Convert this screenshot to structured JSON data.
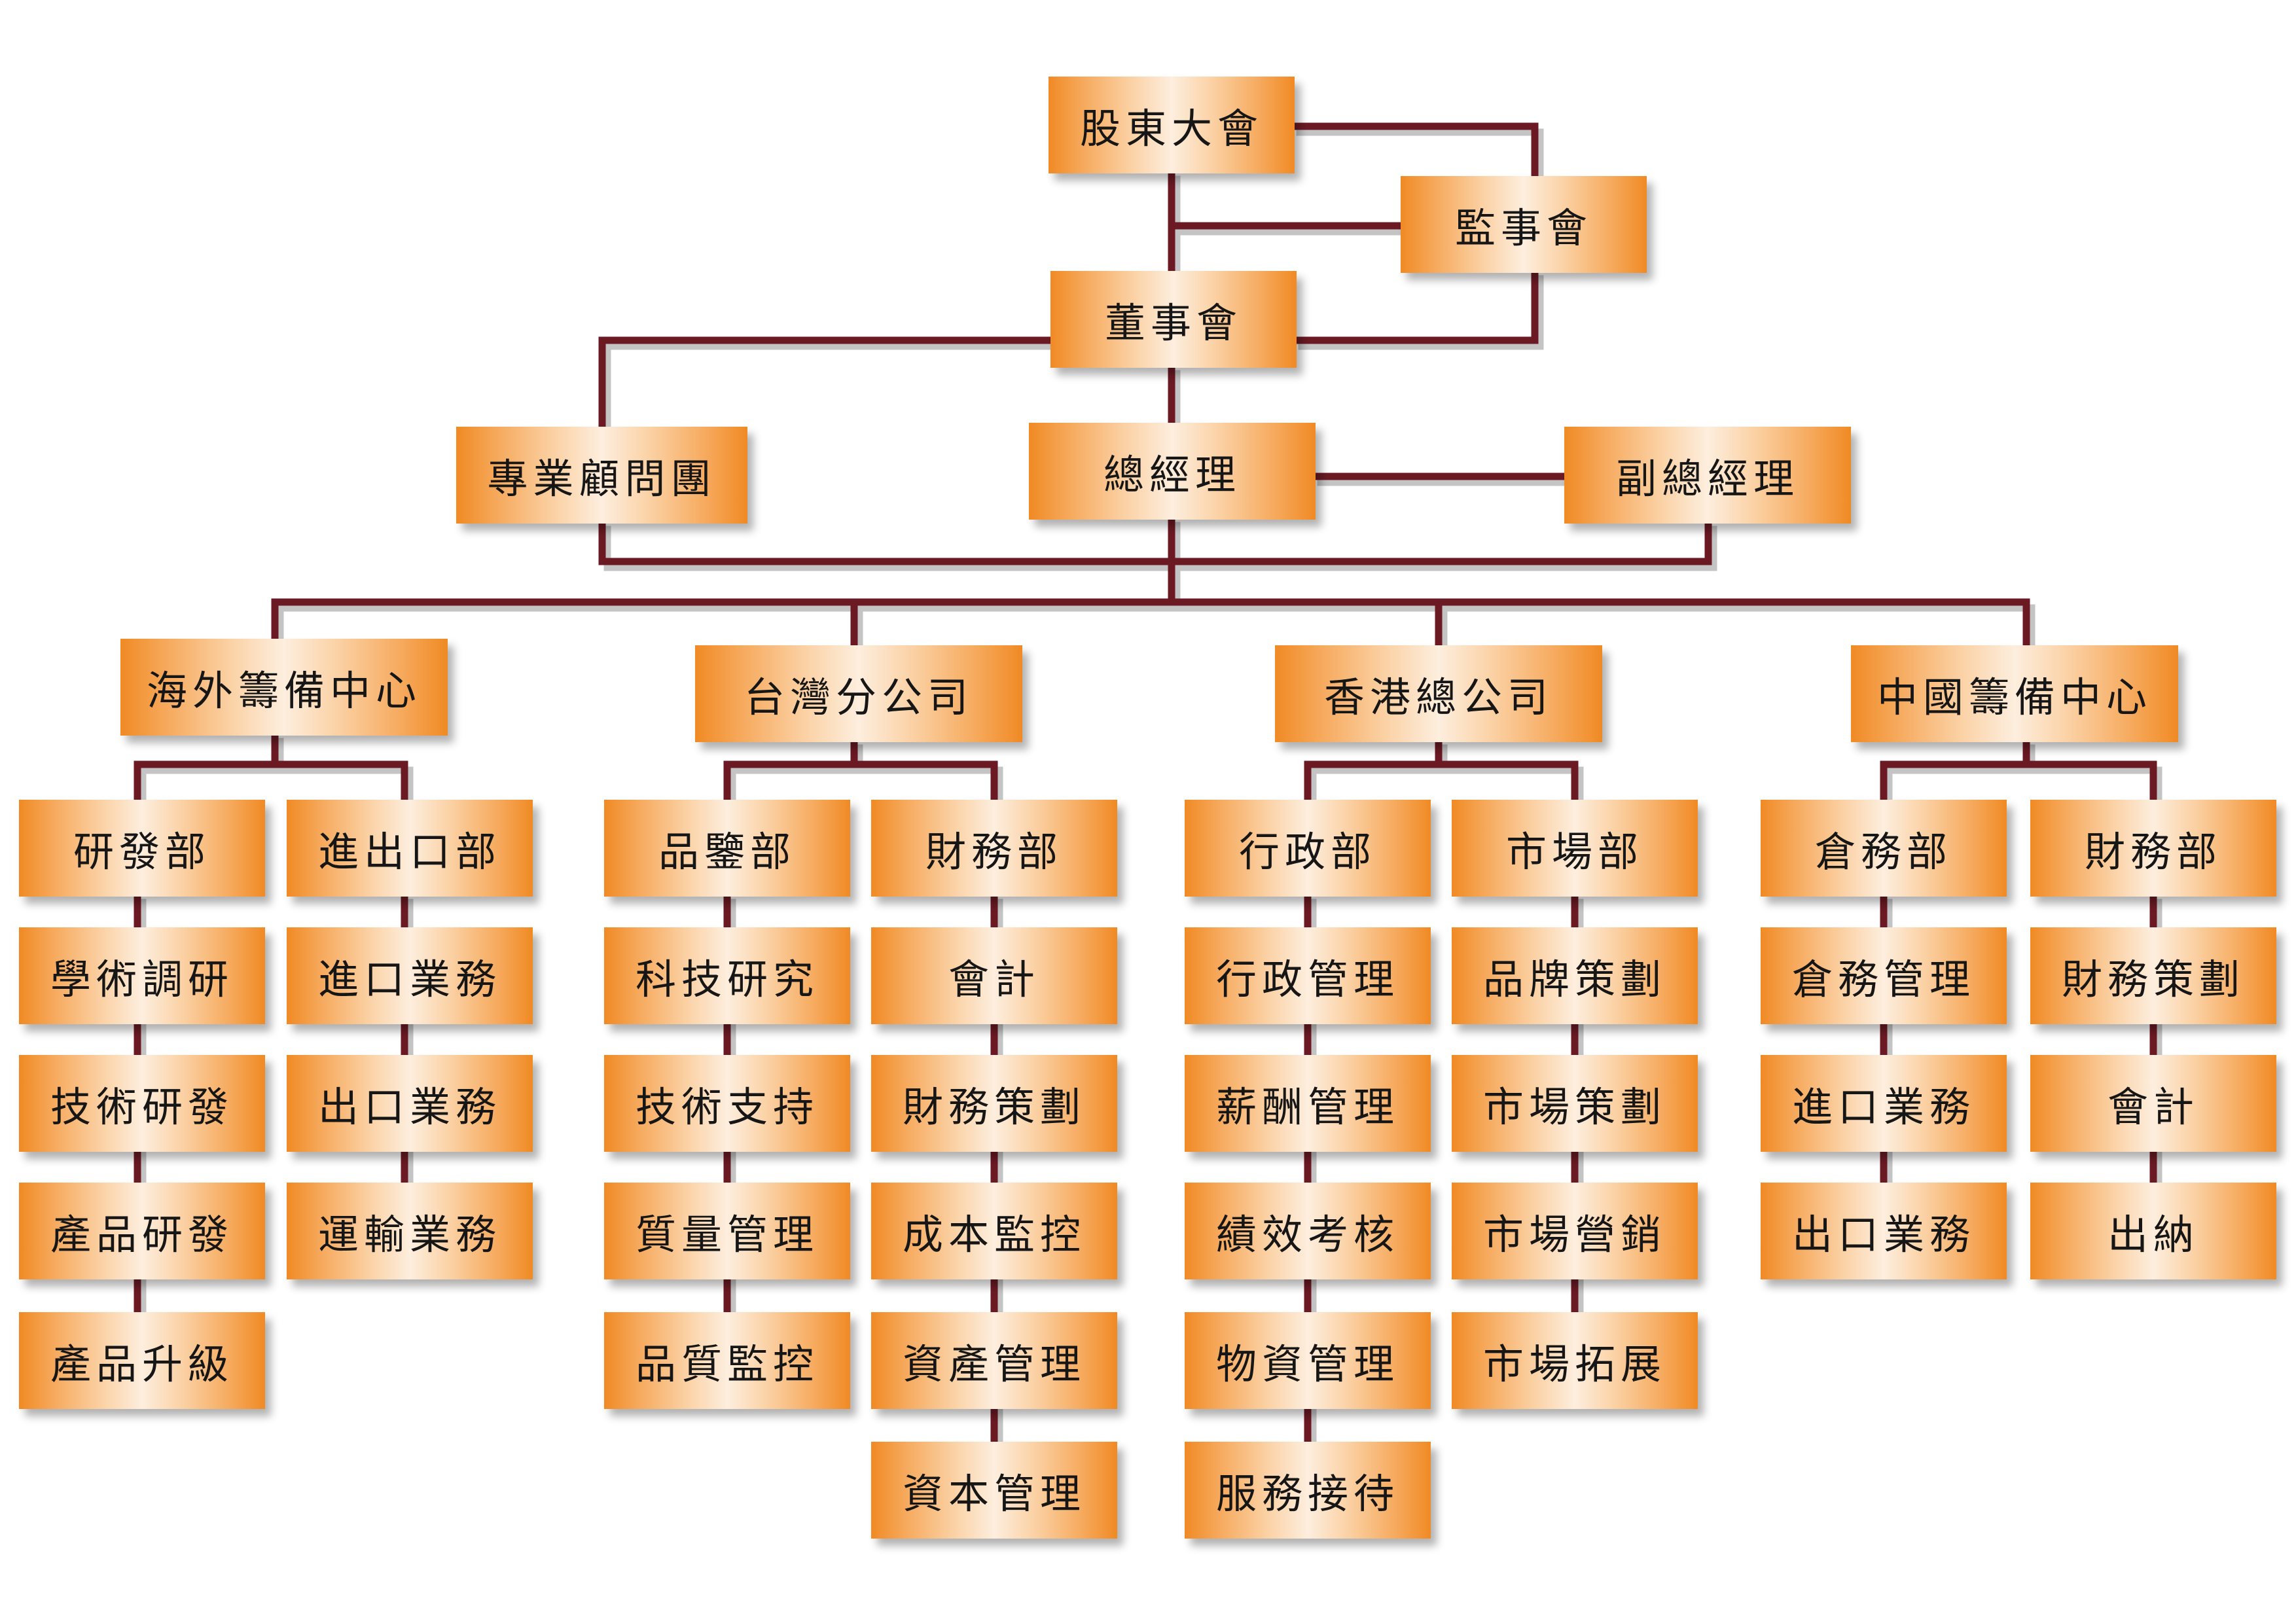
{
  "top": {
    "shareholders": "股東大會",
    "supervisors": "監事會",
    "board": "董事會",
    "advisors": "專業顧問團",
    "gm": "總經理",
    "deputy_gm": "副總經理"
  },
  "centers": {
    "overseas": {
      "label": "海外籌備中心",
      "depts": [
        {
          "label": "研發部",
          "items": [
            "學術調研",
            "技術研發",
            "產品研發",
            "產品升級"
          ]
        },
        {
          "label": "進出口部",
          "items": [
            "進口業務",
            "出口業務",
            "運輸業務"
          ]
        }
      ]
    },
    "taiwan": {
      "label": "台灣分公司",
      "depts": [
        {
          "label": "品鑒部",
          "items": [
            "科技研究",
            "技術支持",
            "質量管理",
            "品質監控"
          ]
        },
        {
          "label": "財務部",
          "items": [
            "會計",
            "財務策劃",
            "成本監控",
            "資產管理",
            "資本管理"
          ]
        }
      ]
    },
    "hongkong": {
      "label": "香港總公司",
      "depts": [
        {
          "label": "行政部",
          "items": [
            "行政管理",
            "薪酬管理",
            "績效考核",
            "物資管理",
            "服務接待"
          ]
        },
        {
          "label": "市場部",
          "items": [
            "品牌策劃",
            "市場策劃",
            "市場營銷",
            "市場拓展"
          ]
        }
      ]
    },
    "china": {
      "label": "中國籌備中心",
      "depts": [
        {
          "label": "倉務部",
          "items": [
            "倉務管理",
            "進口業務",
            "出口業務"
          ]
        },
        {
          "label": "財務部",
          "items": [
            "財務策劃",
            "會計",
            "出納"
          ]
        }
      ]
    }
  }
}
